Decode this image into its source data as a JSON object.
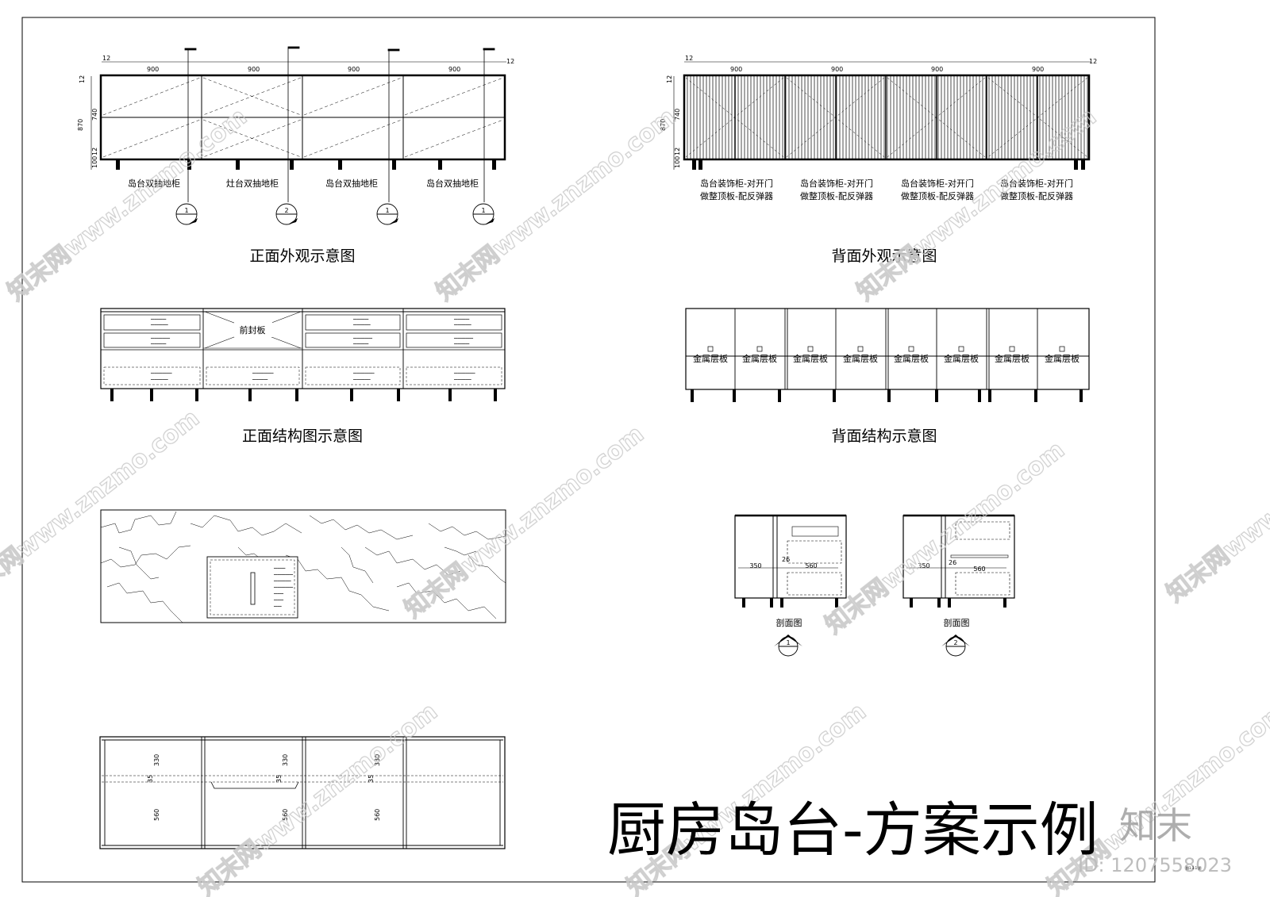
{
  "front_view": {
    "dims_top": [
      "12",
      "900",
      "900",
      "900",
      "900",
      "12"
    ],
    "dims_side": [
      "12",
      "740",
      "870",
      "12",
      "100"
    ],
    "cabinet_labels": [
      "岛台双抽地柜",
      "灶台双抽地柜",
      "岛台双抽地柜",
      "岛台双抽地柜"
    ],
    "section_marks": [
      "1",
      "2",
      "1",
      "1"
    ],
    "caption": "正面外观示意图"
  },
  "back_view": {
    "dims_top": [
      "12",
      "900",
      "900",
      "900",
      "900",
      "12"
    ],
    "dims_side": [
      "12",
      "740",
      "870",
      "12",
      "100"
    ],
    "cabinet_labels": [
      {
        "line1": "岛台装饰柜-对开门",
        "line2": "做整顶板-配反弹器"
      },
      {
        "line1": "岛台装饰柜-对开门",
        "line2": "做整顶板-配反弹器"
      },
      {
        "line1": "岛台装饰柜-对开门",
        "line2": "做整顶板-配反弹器"
      },
      {
        "line1": "岛台装饰柜-对开门",
        "line2": "做整顶板-配反弹器"
      }
    ],
    "caption": "背面外观示意图"
  },
  "front_structure": {
    "front_panel_label": "前封板",
    "caption": "正面结构图示意图"
  },
  "back_structure": {
    "shelf_labels": [
      "金属层板",
      "金属层板",
      "金属层板",
      "金属层板",
      "金属层板",
      "金属层板",
      "金属层板",
      "金属层板"
    ],
    "caption": "背面结构示意图"
  },
  "sections": [
    {
      "dims": [
        "350",
        "26",
        "560"
      ],
      "caption": "剖面图",
      "mark": "1"
    },
    {
      "dims": [
        "350",
        "26",
        "560"
      ],
      "caption": "剖面图",
      "mark": "2"
    }
  ],
  "plan_dims": [
    "330",
    "35",
    "560"
  ],
  "title": "厨房岛台-方案示例",
  "watermark": {
    "text": "知末网www.znzmo.com",
    "logo": "知末",
    "id_label": "ID: 1207558023"
  },
  "sheet_number": "图1.3.1 图",
  "colors": {
    "line": "#000000",
    "watermark": "#c9c9c9"
  }
}
